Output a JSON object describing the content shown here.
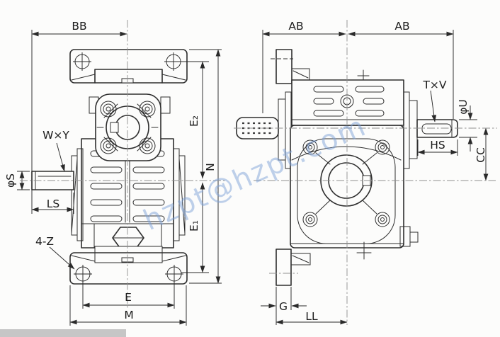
{
  "page": {
    "background": "#fcfcfb"
  },
  "watermark": {
    "text": "hzpt@hzpt.com",
    "color": "#7fa3d9"
  },
  "colors": {
    "ink": "#2e2e2e",
    "dim": "#2a2a2a",
    "centerline": "#8f8f8f",
    "band": "#c6c6c6"
  },
  "left_view": {
    "dim_labels": {
      "bb": "BB",
      "phi_s": "φS",
      "ls": "LS",
      "e": "E",
      "m": "M",
      "e2": "E₂",
      "n": "N",
      "e1": "E₁"
    },
    "callouts": {
      "wxy": "W×Y",
      "four_z": "4-Z"
    }
  },
  "right_view": {
    "dim_labels": {
      "ab_left": "AB",
      "ab_right": "AB",
      "phi_u": "φU",
      "hs": "HS",
      "cc": "CC",
      "g": "G",
      "ll": "LL"
    },
    "callouts": {
      "txv": "T×V"
    }
  }
}
